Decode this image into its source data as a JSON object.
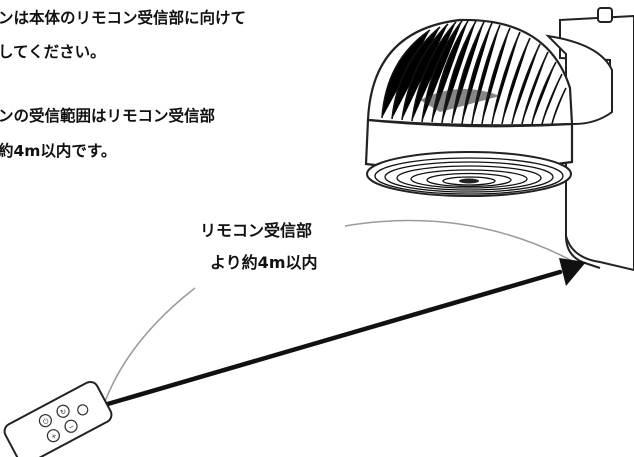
{
  "notes": {
    "line1": "ンは本体のリモコン受信部に向けて",
    "line2": "してください。",
    "line3": "ンの受信範囲はリモコン受信部",
    "line4": "約4m以内です。"
  },
  "range_label": {
    "line1": "リモコン受信部",
    "line2": "より約4m以内"
  },
  "remote_buttons": [
    "⏻",
    "↻",
    "+",
    "−"
  ],
  "colors": {
    "ink": "#111111",
    "line": "#222222",
    "arc": "#9a9a9a",
    "arrow": "#111111"
  }
}
